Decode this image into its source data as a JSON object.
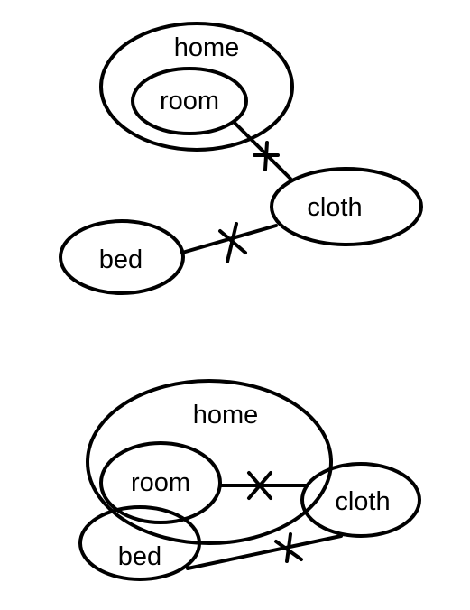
{
  "colors": {
    "background": "#ffffff",
    "stroke": "#000000"
  },
  "diagram_top": {
    "nodes": {
      "home": "home",
      "room": "room",
      "cloth": "cloth",
      "bed": "bed"
    },
    "edges": [
      {
        "from": "room",
        "to": "cloth",
        "marker": "cross"
      },
      {
        "from": "bed",
        "to": "cloth",
        "marker": "cross"
      }
    ]
  },
  "diagram_bottom": {
    "nodes": {
      "home": "home",
      "room": "room",
      "cloth": "cloth",
      "bed": "bed"
    },
    "edges": [
      {
        "from": "room",
        "to": "cloth",
        "marker": "cross"
      },
      {
        "from": "bed",
        "to": "cloth",
        "marker": "cross"
      }
    ]
  }
}
